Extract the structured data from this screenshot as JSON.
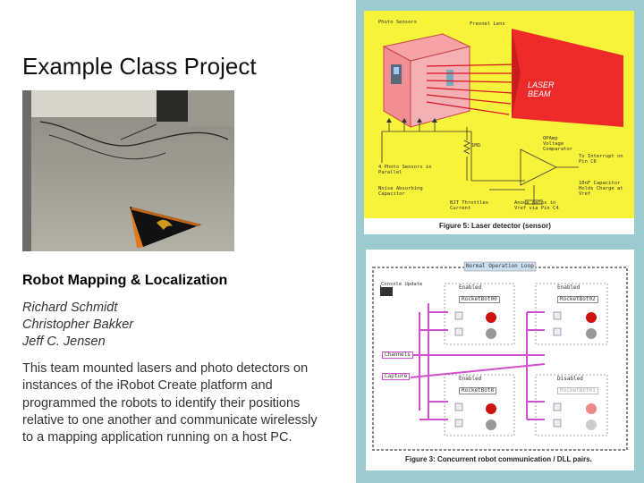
{
  "slide": {
    "title": "Example Class Project",
    "subtitle": "Robot Mapping & Localization",
    "authors": [
      "Richard Schmidt",
      "Christopher Bakker",
      "Jeff C. Jensen"
    ],
    "description": "This team mounted lasers and photo detectors on instances of the iRobot Create platform and programmed the robots to identify their positions relative to one another and communicate wirelessly to a mapping application running on a host PC."
  },
  "figure_top": {
    "caption": "Figure 5: Laser detector (sensor)",
    "labels": {
      "photo_sensors": "Photo Sensors",
      "fresnel_lens": "Fresnel Lens",
      "laser_beam": "LASER BEAM",
      "opamp": "OPAmp Voltage Comparator",
      "interrupt": "To Interrupt on Pin C6",
      "sensors_parallel": "4 Photo Sensors in Parallel",
      "noise_cap": "Noise Absorbing Capacitor",
      "bjt": "BJT Throttles Current",
      "capacitor": "10nF Capacitor Holds Charge at Vref",
      "anode": "Anode gates in Vref via Pin C4",
      "resistor": "1MΩ"
    }
  },
  "figure_bottom": {
    "caption": "Figure 3: Concurrent robot communication / DLL pairs.",
    "loop_label": "Normal Operation Loop",
    "console_label": "Console Update",
    "channels_label": "Channels",
    "capture_label": "Capture",
    "blocks": [
      {
        "state": "Enabled",
        "name": "RocketBot00"
      },
      {
        "state": "Enabled",
        "name": "RocketBot02"
      },
      {
        "state": "Enabled",
        "name": "RocketBot8"
      },
      {
        "state": "Disabled",
        "name": "RocketBot01"
      }
    ]
  },
  "colors": {
    "background": "#9ccbcf",
    "figure_top_bg": "#f7f23a",
    "laser": "#ee2a2a",
    "wire": "#d24fd2"
  }
}
